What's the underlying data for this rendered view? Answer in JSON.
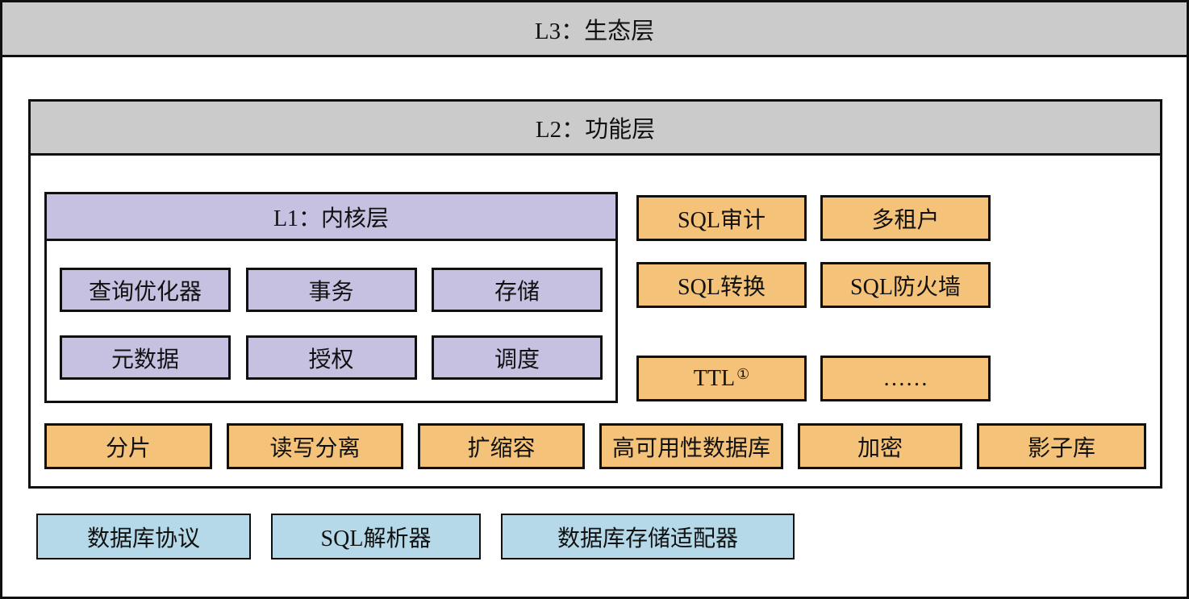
{
  "colors": {
    "layer_header_gray": "#cbcbcb",
    "kernel_purple": "#c6c1e1",
    "feature_orange": "#f4c279",
    "adapter_blue": "#b5d9e8",
    "border_black": "#101010",
    "background_white": "#ffffff"
  },
  "layers": {
    "l3_label": "L3：生态层",
    "l2_label": "L2：功能层",
    "l1_label": "L1：内核层"
  },
  "kernel_modules": {
    "row1": [
      "查询优化器",
      "事务",
      "存储"
    ],
    "row2": [
      "元数据",
      "授权",
      "调度"
    ]
  },
  "right_features": [
    {
      "label": "SQL审计"
    },
    {
      "label": "多租户"
    },
    {
      "label": "SQL转换"
    },
    {
      "label": "SQL防火墙"
    },
    {
      "label": "TTL",
      "sup": "①"
    },
    {
      "label": "……"
    }
  ],
  "bottom_features": [
    "分片",
    "读写分离",
    "扩缩容",
    "高可用性数据库",
    "加密",
    "影子库"
  ],
  "ecosystem_components": [
    "数据库协议",
    "SQL解析器",
    "数据库存储适配器"
  ]
}
